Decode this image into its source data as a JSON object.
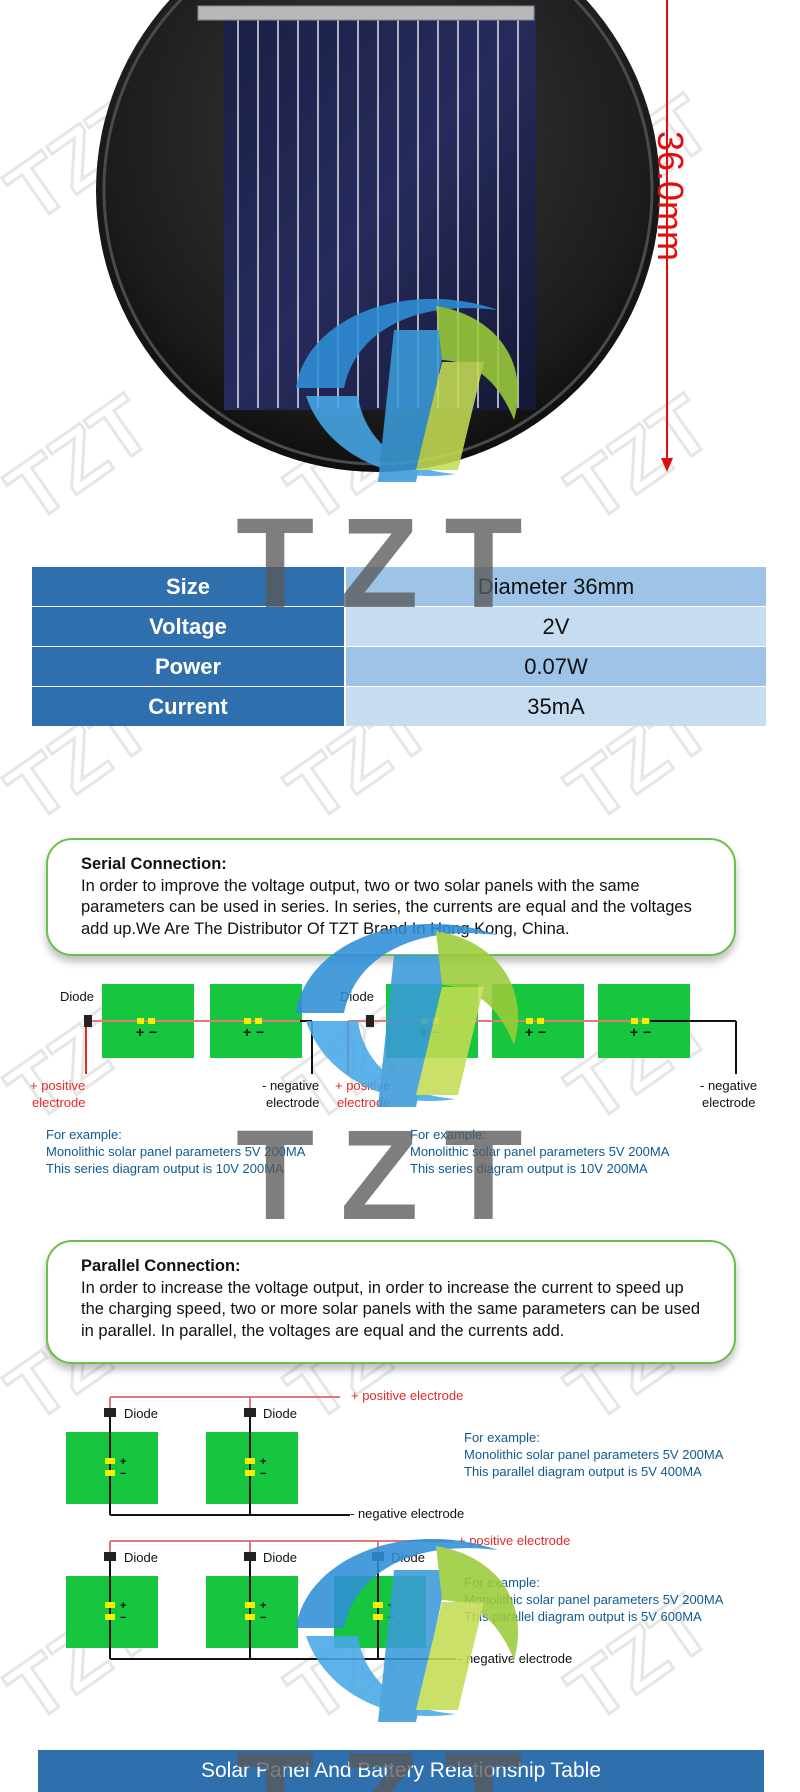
{
  "product": {
    "dimension_label": "36.0mm"
  },
  "watermark": {
    "brand_text": "TZT"
  },
  "spec_table": {
    "rows": [
      {
        "key": "Size",
        "value": "Diameter 36mm"
      },
      {
        "key": "Voltage",
        "value": "2V"
      },
      {
        "key": "Power",
        "value": "0.07W"
      },
      {
        "key": "Current",
        "value": "35mA"
      }
    ]
  },
  "serial": {
    "title": "Serial Connection:",
    "text": "In order to improve the voltage output, two or two solar panels with the same parameters can be used in series. In series, the currents are equal and the voltages add up.We Are The Distributor Of TZT Brand In Hong Kong, China.",
    "diagrams": [
      {
        "diode": "Diode",
        "positive_1": "+ positive",
        "positive_2": "electrode",
        "negative_1": "- negative",
        "negative_2": "electrode",
        "example_title": "For example:",
        "example_line1": "Monolithic solar panel parameters 5V 200MA",
        "example_line2": "This series diagram output is 10V 200MA"
      },
      {
        "diode": "Diode",
        "positive_1": "+ positive",
        "positive_2": "electrode",
        "negative_1": "- negative",
        "negative_2": "electrode",
        "example_title": "For example:",
        "example_line1": "Monolithic solar panel parameters 5V 200MA",
        "example_line2": "This series diagram output is 10V 200MA"
      }
    ]
  },
  "parallel": {
    "title": "Parallel Connection:",
    "text": "In order to increase the voltage output, in order to increase the current to speed up the charging speed, two or more solar panels with the same parameters can be used in parallel. In parallel, the voltages are equal and the currents add.",
    "diagrams": [
      {
        "diodes": [
          "Diode",
          "Diode"
        ],
        "positive": "+ positive electrode",
        "negative": "- negative electrode",
        "example_title": "For example:",
        "example_line1": "Monolithic solar panel parameters 5V 200MA",
        "example_line2": "This parallel diagram output is 5V 400MA"
      },
      {
        "diodes": [
          "Diode",
          "Diode",
          "Diode"
        ],
        "positive": "+ positive electrode",
        "negative": "- negative electrode",
        "example_title": "For example:",
        "example_line1": "Monolithic solar panel parameters 5V 200MA",
        "example_line2": "This parallel diagram output is 5V 600MA"
      }
    ]
  },
  "banner": {
    "title": "Solar Panel And Battery Relationship Table"
  },
  "colors": {
    "accent_blue": "#2f6fae",
    "spec_light": "#c5dcf1",
    "spec_mid": "#9dc3e6",
    "panel_green": "#15c63e",
    "box_border": "#6cc04a",
    "positive_red": "#e22a2a",
    "dimension_red": "#e30d0d",
    "example_blue": "#0f5a90"
  }
}
